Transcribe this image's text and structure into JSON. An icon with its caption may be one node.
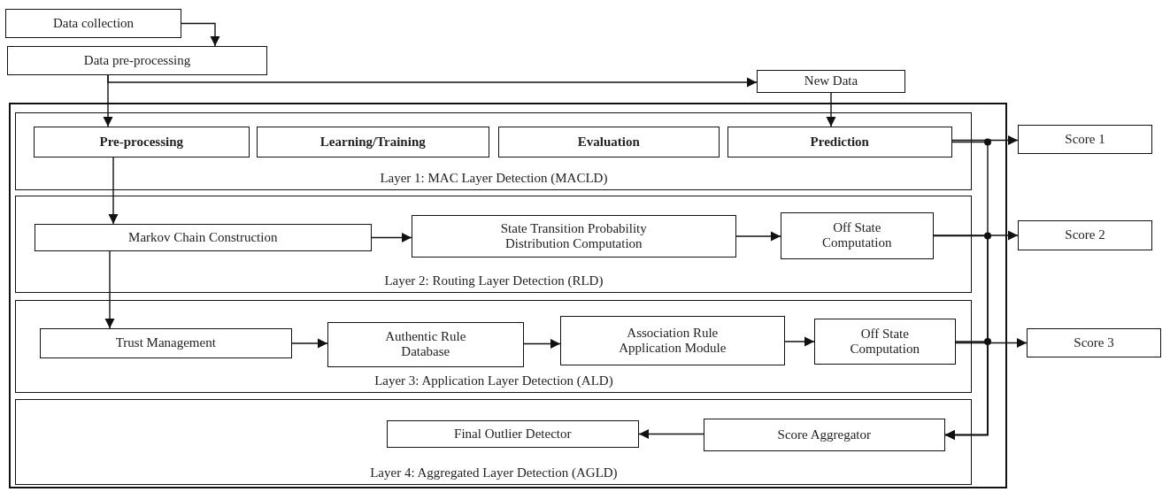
{
  "diagram": {
    "nodes": [
      {
        "text": [
          "Data collection"
        ]
      },
      {
        "text": [
          "Data pre-processing"
        ]
      },
      {
        "text": [
          "New Data"
        ]
      },
      {
        "text": [],
        "shape": "box"
      },
      {
        "text": [
          "Layer 1: MAC Layer Detection (MACLD)"
        ],
        "in": 3
      },
      {
        "text": [
          "Pre-processing"
        ],
        "in": 4
      },
      {
        "text": [
          "Learning/Training"
        ],
        "in": 4
      },
      {
        "text": [
          "Evaluation"
        ],
        "in": 4
      },
      {
        "text": [
          "Prediction"
        ],
        "in": 4
      },
      {
        "text": [
          "Layer 2: Routing Layer Detection (RLD)"
        ],
        "in": 3
      },
      {
        "text": [
          "Markov Chain Construction"
        ],
        "in": 9
      },
      {
        "text": [
          "State Transition Probability Distribution Computation"
        ],
        "in": 9
      },
      {
        "text": [
          "Off State Computation"
        ],
        "in": 9
      },
      {
        "text": [
          "Layer 3: Application Layer Detection (ALD)"
        ],
        "in": 3
      },
      {
        "text": [
          "Trust Management"
        ],
        "in": 13
      },
      {
        "text": [
          "Authentic Rule Database"
        ],
        "in": 13
      },
      {
        "text": [
          "Association Rule Application Module"
        ],
        "in": 13
      },
      {
        "text": [
          "Off State Computation"
        ],
        "in": 13
      },
      {
        "text": [
          "Layer 4: Aggregated Layer Detection (AGLD)"
        ],
        "in": 3
      },
      {
        "text": [
          "Final Outlier Detector"
        ],
        "in": 18
      },
      {
        "text": [
          "Score Aggregator"
        ],
        "in": 18
      },
      {
        "text": [
          "Score 1"
        ]
      },
      {
        "text": [
          "Score 2"
        ]
      },
      {
        "text": [
          "Score 3"
        ]
      }
    ],
    "edges": [
      {
        "from": 0,
        "to": 1,
        "arrow": "to"
      },
      {
        "from": 1,
        "to": 5,
        "arrow": "to"
      },
      {
        "from": 1,
        "to": 2,
        "arrow": "to"
      },
      {
        "from": 2,
        "to": 8,
        "arrow": "to"
      },
      {
        "from": 5,
        "to": 10,
        "arrow": "to"
      },
      {
        "from": 10,
        "to": 14,
        "arrow": "to"
      },
      {
        "from": 10,
        "to": 11,
        "arrow": "to"
      },
      {
        "from": 11,
        "to": 12,
        "arrow": "to"
      },
      {
        "from": 14,
        "to": 15,
        "arrow": "to"
      },
      {
        "from": 15,
        "to": 16,
        "arrow": "to"
      },
      {
        "from": 16,
        "to": 17,
        "arrow": "to"
      },
      {
        "from": 8,
        "to": 21,
        "arrow": "to"
      },
      {
        "from": 12,
        "to": 22,
        "arrow": "to"
      },
      {
        "from": 17,
        "to": 23,
        "arrow": "to"
      },
      {
        "from": 8,
        "to": 20,
        "arrow": "to"
      },
      {
        "from": 12,
        "to": 20,
        "arrow": "to"
      },
      {
        "from": 17,
        "to": 20,
        "arrow": "to"
      },
      {
        "from": 20,
        "to": 19,
        "arrow": "to"
      }
    ]
  }
}
